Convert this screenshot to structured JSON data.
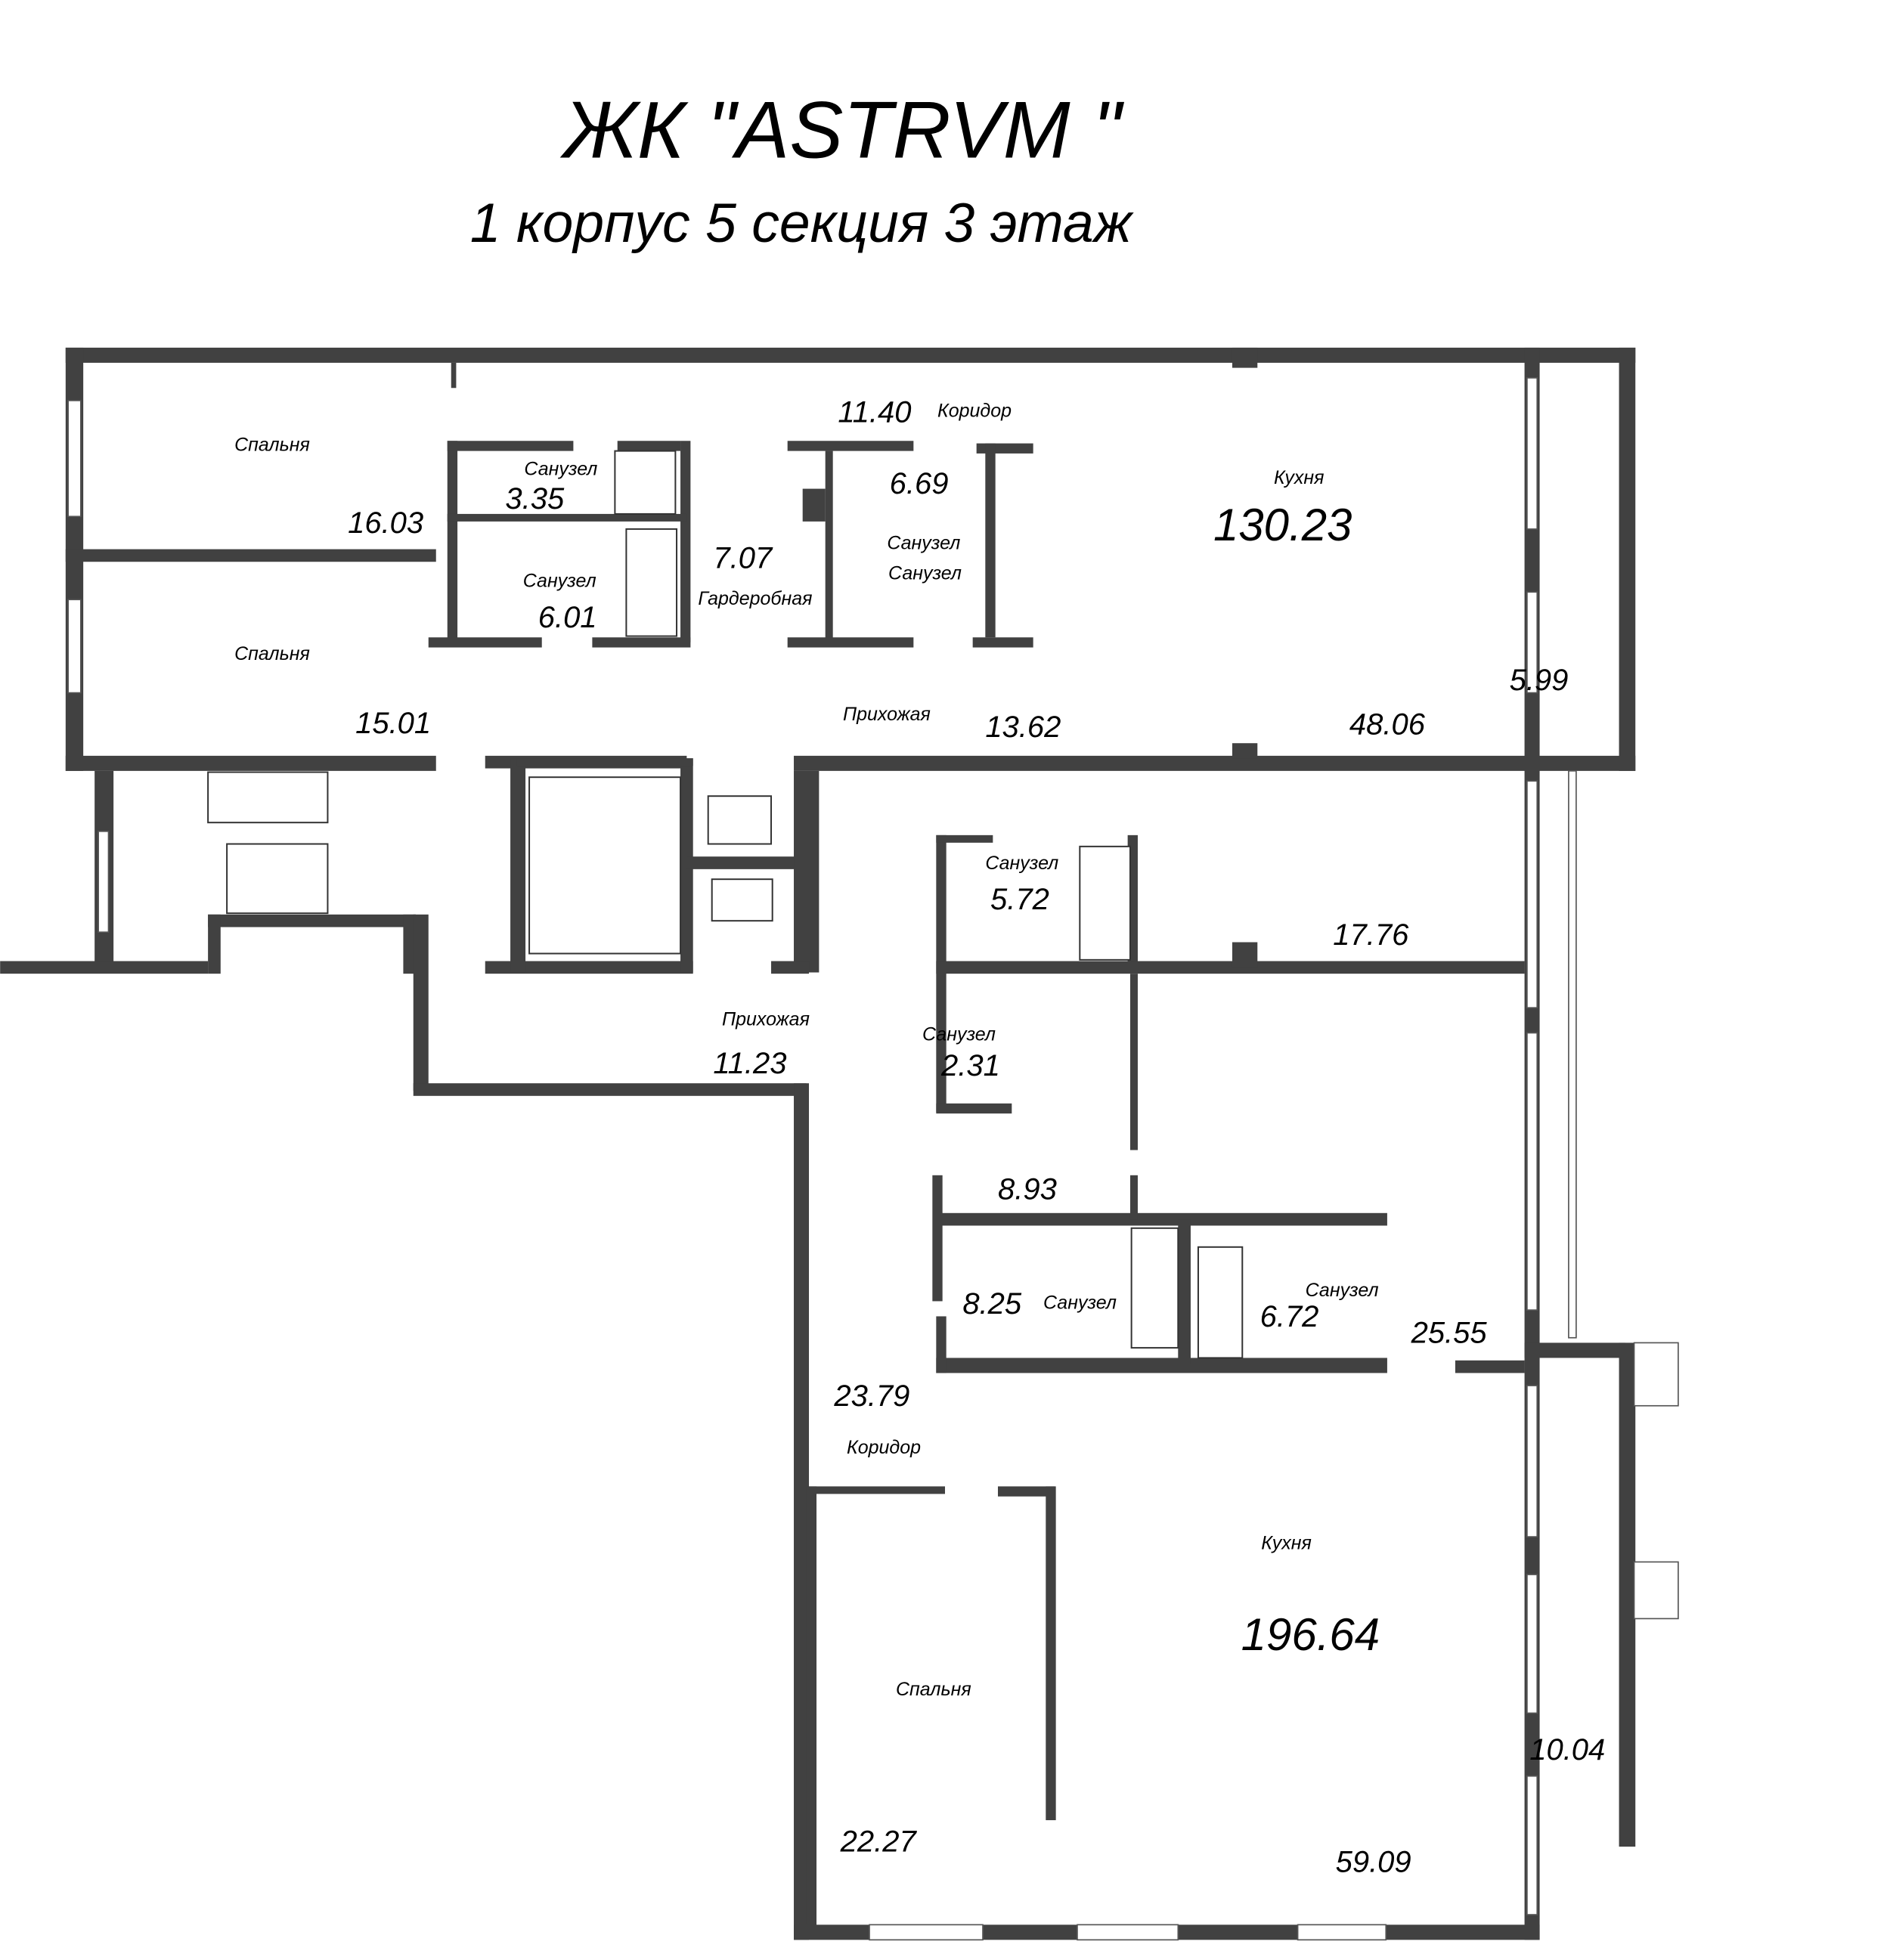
{
  "header": {
    "title": "ЖК \"ASTRVM \"",
    "subtitle": "1 корпус 5 секция 3 этаж"
  },
  "rooms": [
    {
      "name": "Спальня",
      "area": "16.03"
    },
    {
      "name": "Спальня",
      "area": "15.01"
    },
    {
      "name": "Санузел",
      "area": "3.35"
    },
    {
      "name": "Санузел",
      "area": "6.01"
    },
    {
      "name": "Гардеробная",
      "area": "7.07"
    },
    {
      "name": "Коридор",
      "area": "11.40"
    },
    {
      "name": "Санузел",
      "area": "6.69"
    },
    {
      "name": "Санузел",
      "area": ""
    },
    {
      "name": "Кухня",
      "area": "130.23"
    },
    {
      "name": "Прихожая",
      "area": "13.62"
    },
    {
      "name": "",
      "area": "48.06"
    },
    {
      "name": "",
      "area": "5.99"
    },
    {
      "name": "Санузел",
      "area": "5.72"
    },
    {
      "name": "",
      "area": "17.76"
    },
    {
      "name": "Санузел",
      "area": "2.31"
    },
    {
      "name": "Прихожая",
      "area": "11.23"
    },
    {
      "name": "",
      "area": "8.93"
    },
    {
      "name": "Санузел",
      "area": "8.25"
    },
    {
      "name": "Санузел",
      "area": "6.72"
    },
    {
      "name": "",
      "area": "25.55"
    },
    {
      "name": "Коридор",
      "area": "23.79"
    },
    {
      "name": "Кухня",
      "area": "196.64"
    },
    {
      "name": "Спальня",
      "area": "22.27"
    },
    {
      "name": "",
      "area": "59.09"
    },
    {
      "name": "",
      "area": "10.04"
    }
  ],
  "colors": {
    "wall": "#414141",
    "background": "#ffffff"
  }
}
